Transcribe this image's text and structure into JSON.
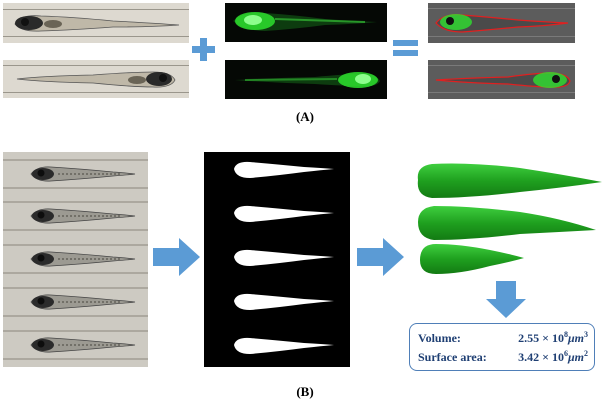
{
  "panel_a_label": "(A)",
  "panel_b_label": "(B)",
  "stats": {
    "volume_label": "Volume:",
    "volume_mantissa": "2.55 × 10",
    "volume_exponent": "8",
    "volume_unit": "μm",
    "volume_unit_exponent": "3",
    "surface_label": "Surface area:",
    "surface_mantissa": "3.42 × 10",
    "surface_exponent": "6",
    "surface_unit": "μm",
    "surface_unit_exponent": "2"
  },
  "colors": {
    "fluorescence": "#2ee02e",
    "outline": "#e02020",
    "model_green": "#1fa01f",
    "arrow_blue": "#5b9bd5",
    "box_border": "#4f7fb8"
  },
  "symbols": {
    "plus": "+",
    "equals": "="
  },
  "icons": [
    "plus-icon",
    "equals-icon",
    "right-arrow-icon",
    "down-arrow-icon"
  ]
}
